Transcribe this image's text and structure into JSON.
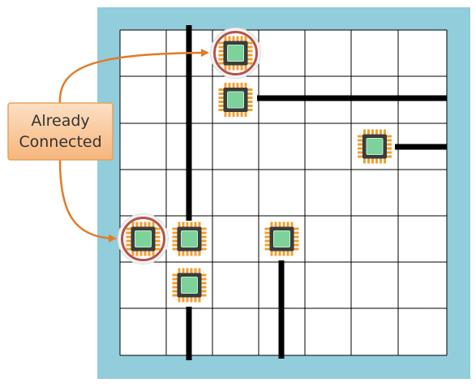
{
  "callout": {
    "label_line1": "Already",
    "label_line2": "Connected"
  },
  "grid": {
    "rows": 7,
    "cols": 7
  },
  "chips": [
    {
      "col": 2,
      "row": 0,
      "highlighted": true
    },
    {
      "col": 2,
      "row": 1,
      "highlighted": false
    },
    {
      "col": 5,
      "row": 2,
      "highlighted": false
    },
    {
      "col": 0,
      "row": 4,
      "highlighted": true
    },
    {
      "col": 1,
      "row": 4,
      "highlighted": false
    },
    {
      "col": 3,
      "row": 4,
      "highlighted": false
    },
    {
      "col": 1,
      "row": 5,
      "highlighted": false
    }
  ],
  "colors": {
    "board_border": "#92cddb",
    "grid_line": "#000000",
    "wire": "#000000",
    "callout_fill": "#f9c89a",
    "callout_stroke": "#e8a15c",
    "arrow": "#e07b28",
    "highlight_ring": "#b5534a",
    "chip_pins": "#f0a030",
    "chip_body": "#3b3b3b",
    "chip_core": "#7dd19a"
  }
}
